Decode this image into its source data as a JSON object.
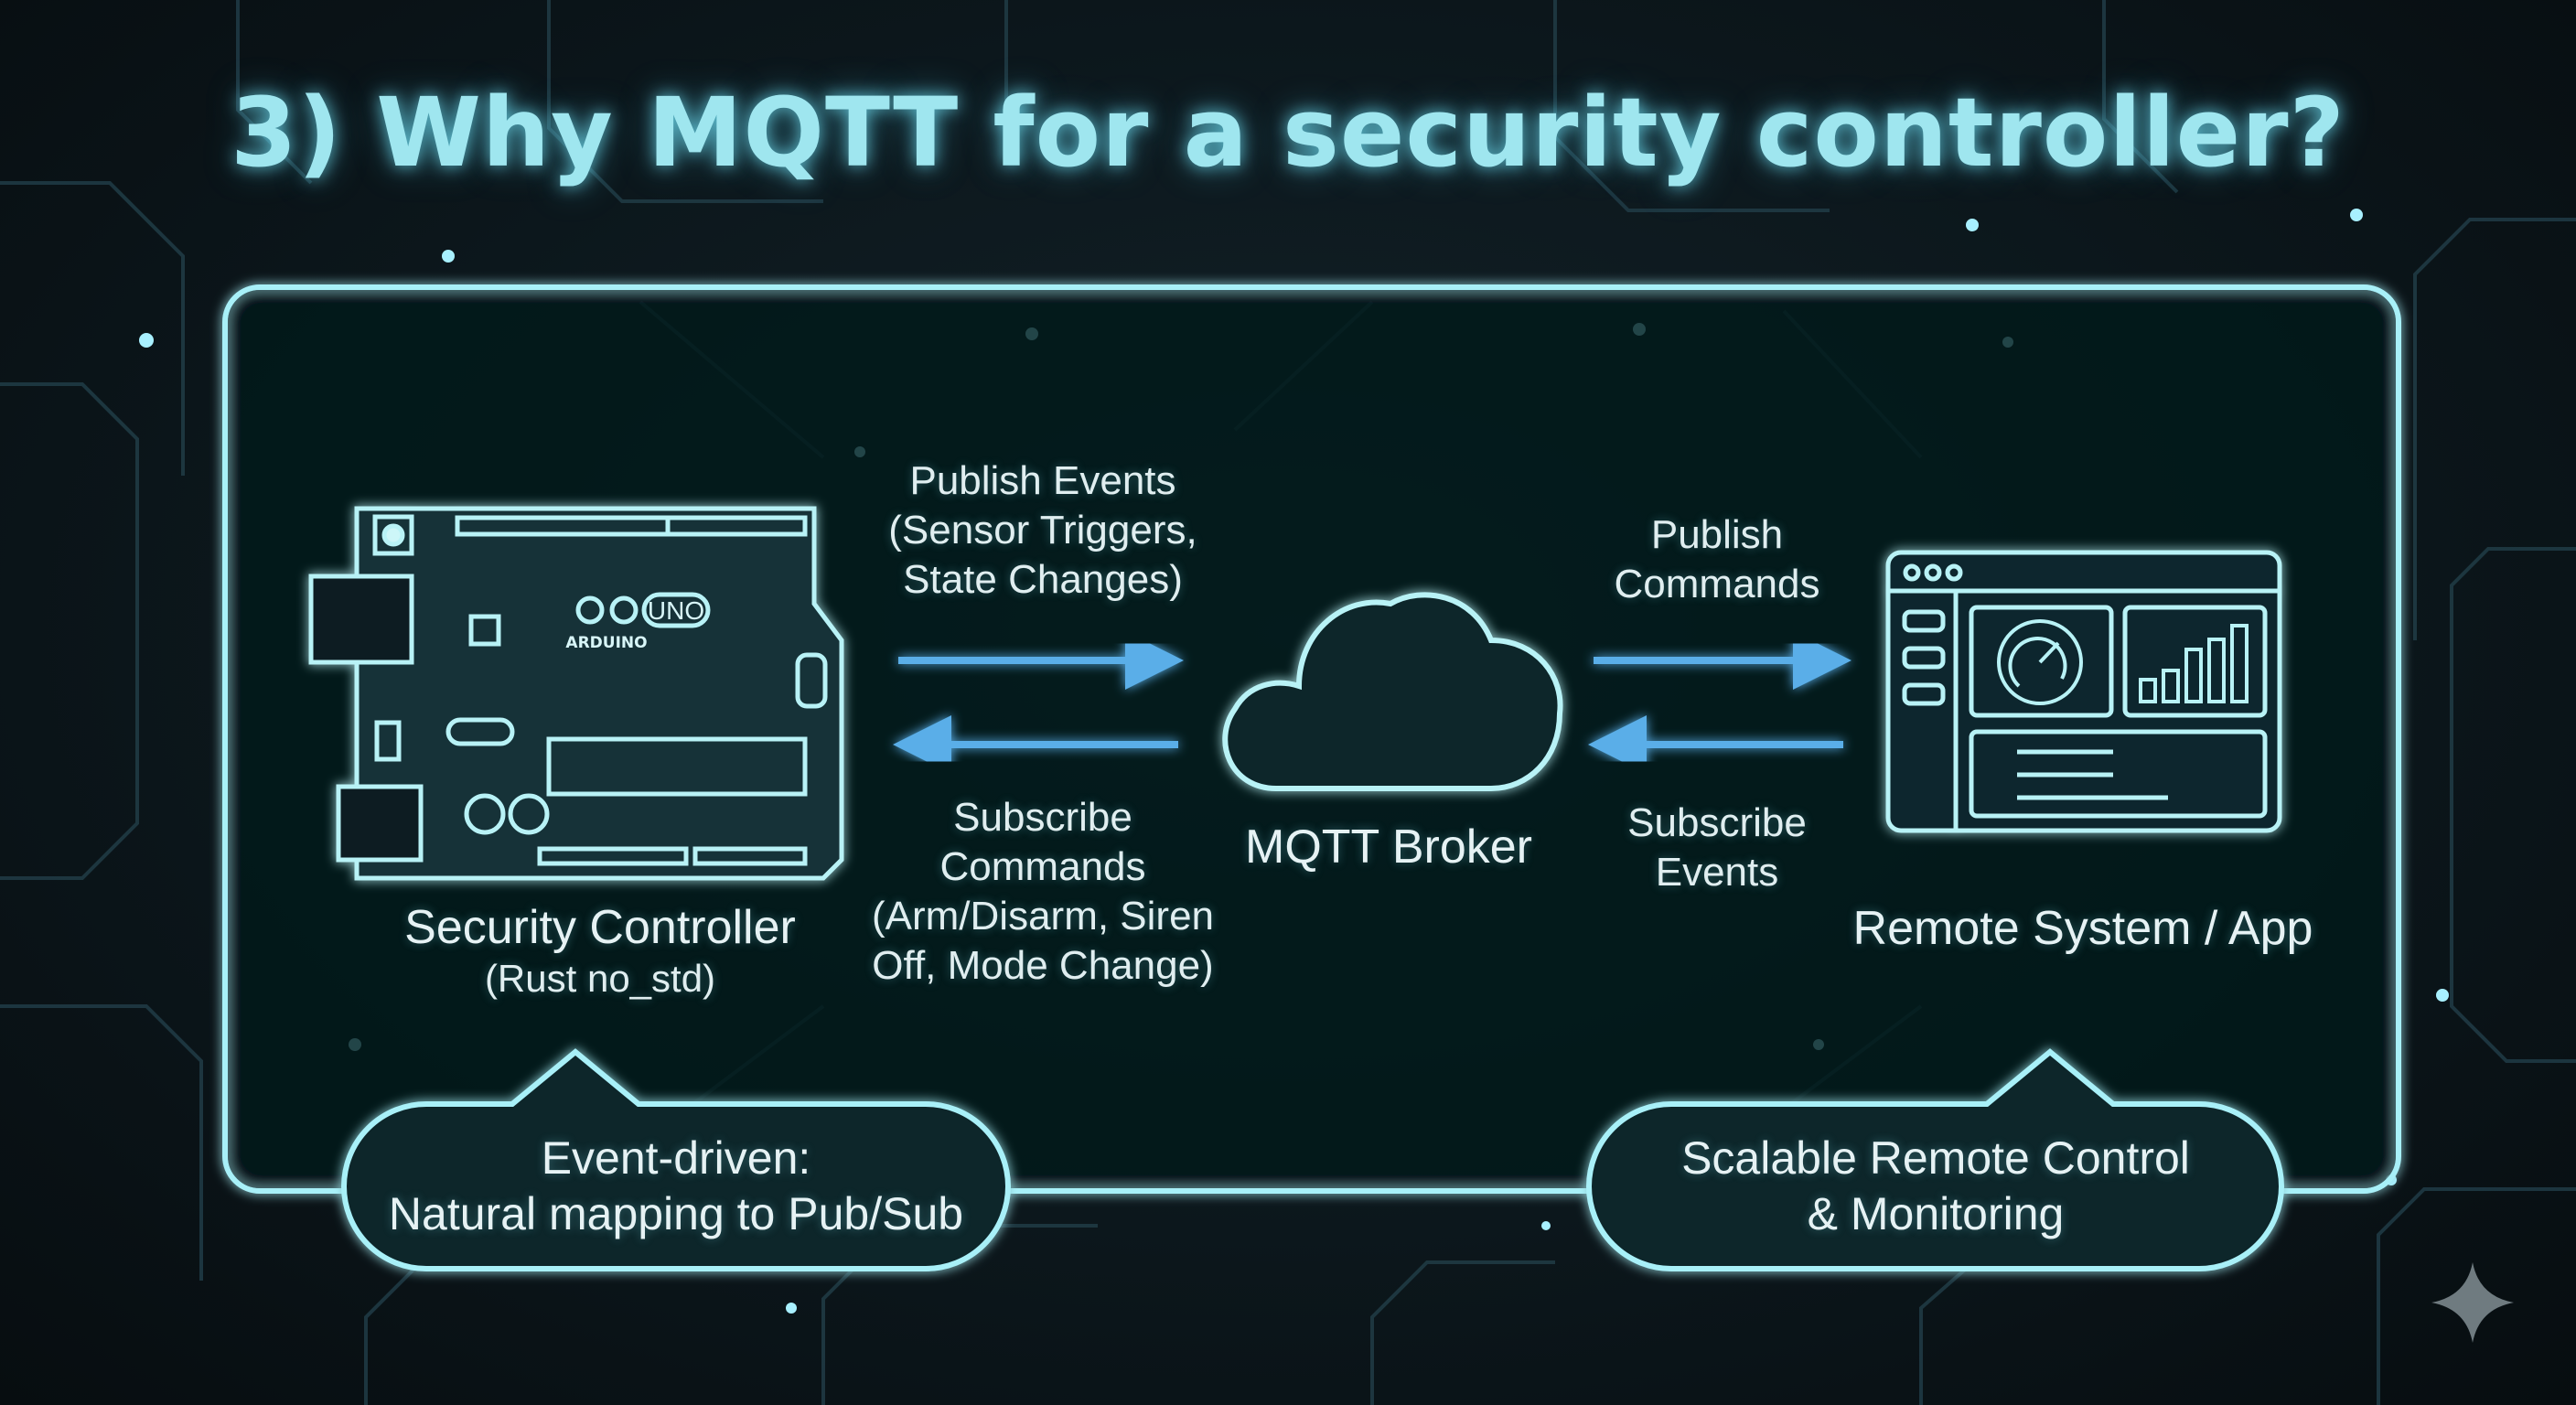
{
  "title": "3) Why MQTT for a security controller?",
  "controller": {
    "name": "Security Controller",
    "subtitle": "(Rust no_std)",
    "board_brand": "ARDUINO",
    "board_model": "UNO"
  },
  "publish_events": {
    "line1": "Publish Events",
    "line2": "(Sensor Triggers,",
    "line3": "State Changes)"
  },
  "subscribe_commands": {
    "line1": "Subscribe",
    "line2": "Commands",
    "line3": "(Arm/Disarm, Siren",
    "line4": "Off, Mode Change)"
  },
  "broker": {
    "label": "MQTT Broker"
  },
  "publish_commands": {
    "line1": "Publish",
    "line2": "Commands"
  },
  "subscribe_events": {
    "line1": "Subscribe",
    "line2": "Events"
  },
  "remote": {
    "label": "Remote System / App"
  },
  "callouts": [
    {
      "line1": "Event-driven:",
      "line2": "Natural mapping to Pub/Sub"
    },
    {
      "line1": "Scalable Remote Control",
      "line2": "& Monitoring"
    }
  ],
  "colors": {
    "accent": "#9fe6ef",
    "arrow": "#5aaee8",
    "background": "#0c171c"
  },
  "icons": [
    "arduino-board-icon",
    "cloud-icon",
    "dashboard-icon",
    "gauge-icon",
    "bar-chart-icon",
    "sparkle-icon"
  ]
}
